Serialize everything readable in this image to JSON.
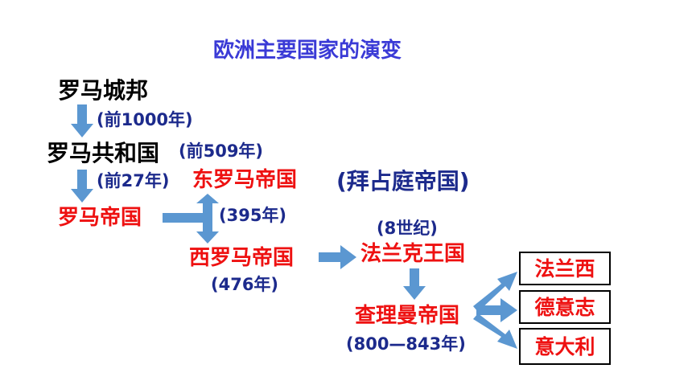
{
  "title": "欧洲主要国家的演变",
  "nodes": {
    "roman_city_state": "罗马城邦",
    "roman_republic": "罗马共和国",
    "roman_empire": "罗马帝国",
    "eastern_roman_empire": "东罗马帝国",
    "byzantine_empire": "(拜占庭帝国)",
    "western_roman_empire": "西罗马帝国",
    "frankish_kingdom": "法兰克王国",
    "charlemagne_empire": "查理曼帝国",
    "france": "法兰西",
    "germany": "德意志",
    "italy": "意大利"
  },
  "dates": {
    "bc1000": "(前1000年)",
    "bc509": "(前509年)",
    "bc27": "(前27年)",
    "ad395": "(395年)",
    "ad476": "(476年)",
    "c8": "(8世纪)",
    "ad800_843": "(800—843年)"
  },
  "colors": {
    "title": "#3a3ad6",
    "state_name": "#ee1111",
    "origin_name": "#000000",
    "date": "#1c2a8c",
    "arrow": "#5b97d1"
  }
}
